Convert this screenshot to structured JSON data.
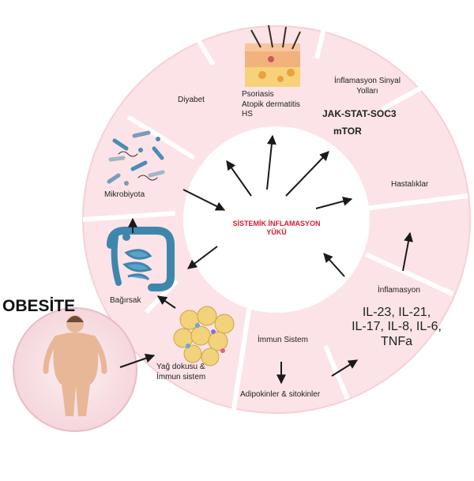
{
  "center": {
    "line1": "SİSTEMİK İNFLAMASYON",
    "line2": "YÜKÜ"
  },
  "obesity": {
    "label": "OBESİTE"
  },
  "segments": {
    "diyabet": "Diyabet",
    "skin": {
      "line1": "Psoriasis",
      "line2": "Atopik dermatitis",
      "line3": "HS"
    },
    "signaling": {
      "line1": "İnflamasyon Sinyal",
      "line2": "Yolları",
      "jak": "JAK-STAT-SOC3",
      "mtor": "mTOR"
    },
    "hastaliklar": "Hastalıklar",
    "inflamasyon": "İnflamasyon",
    "interleukins": {
      "line1": "IL-23, IL-21,",
      "line2": "IL-17, IL-8, IL-6,",
      "line3": "TNFa"
    },
    "immun": "İmmun Sistem",
    "adipokin": "Adipokinler & sitokinler",
    "yag": {
      "line1": "Yağ dokusu &",
      "line2": "İmmun sistem"
    },
    "bagirsak": "Bağırsak",
    "mikrobiyota": "Mikrobiyota"
  },
  "icons": [
    "skin-layers-icon",
    "bacteria-icon",
    "intestine-icon",
    "adipose-tissue-icon",
    "human-figure-icon"
  ],
  "colors": {
    "ring": "#fbe3e7",
    "ring_edge": "#f4c9d0",
    "accent_text": "#d32030",
    "arrow": "#1a1a1a"
  }
}
